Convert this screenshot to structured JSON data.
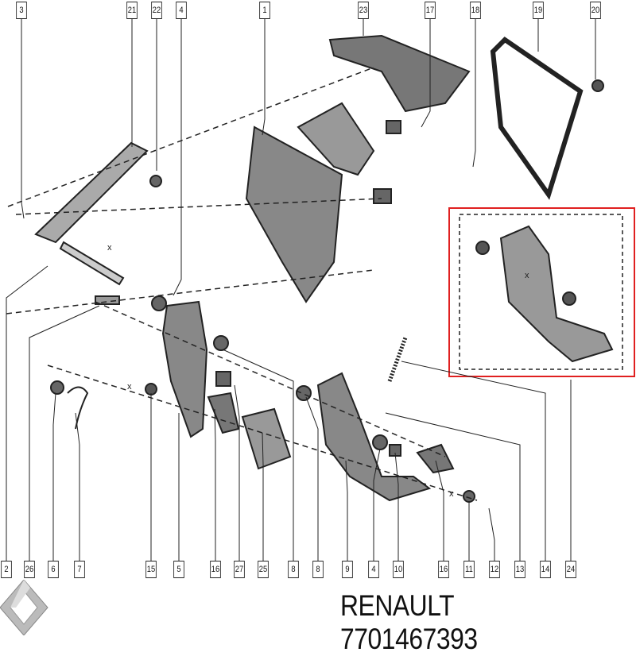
{
  "top_labels": [
    "3",
    "21",
    "22",
    "4",
    "1",
    "23",
    "17",
    "18",
    "19",
    "20"
  ],
  "bottom_labels": [
    "2",
    "26",
    "6",
    "7",
    "15",
    "5",
    "16",
    "27",
    "25",
    "8",
    "8",
    "9",
    "4",
    "10",
    "16",
    "11",
    "12",
    "13",
    "14",
    "24"
  ],
  "dimension_marks": [
    "x",
    "x",
    "x",
    "x"
  ],
  "highlight_color": "#e02020",
  "footer": {
    "brand_text": "RENAULT 7701467393",
    "logo": "Renault"
  }
}
